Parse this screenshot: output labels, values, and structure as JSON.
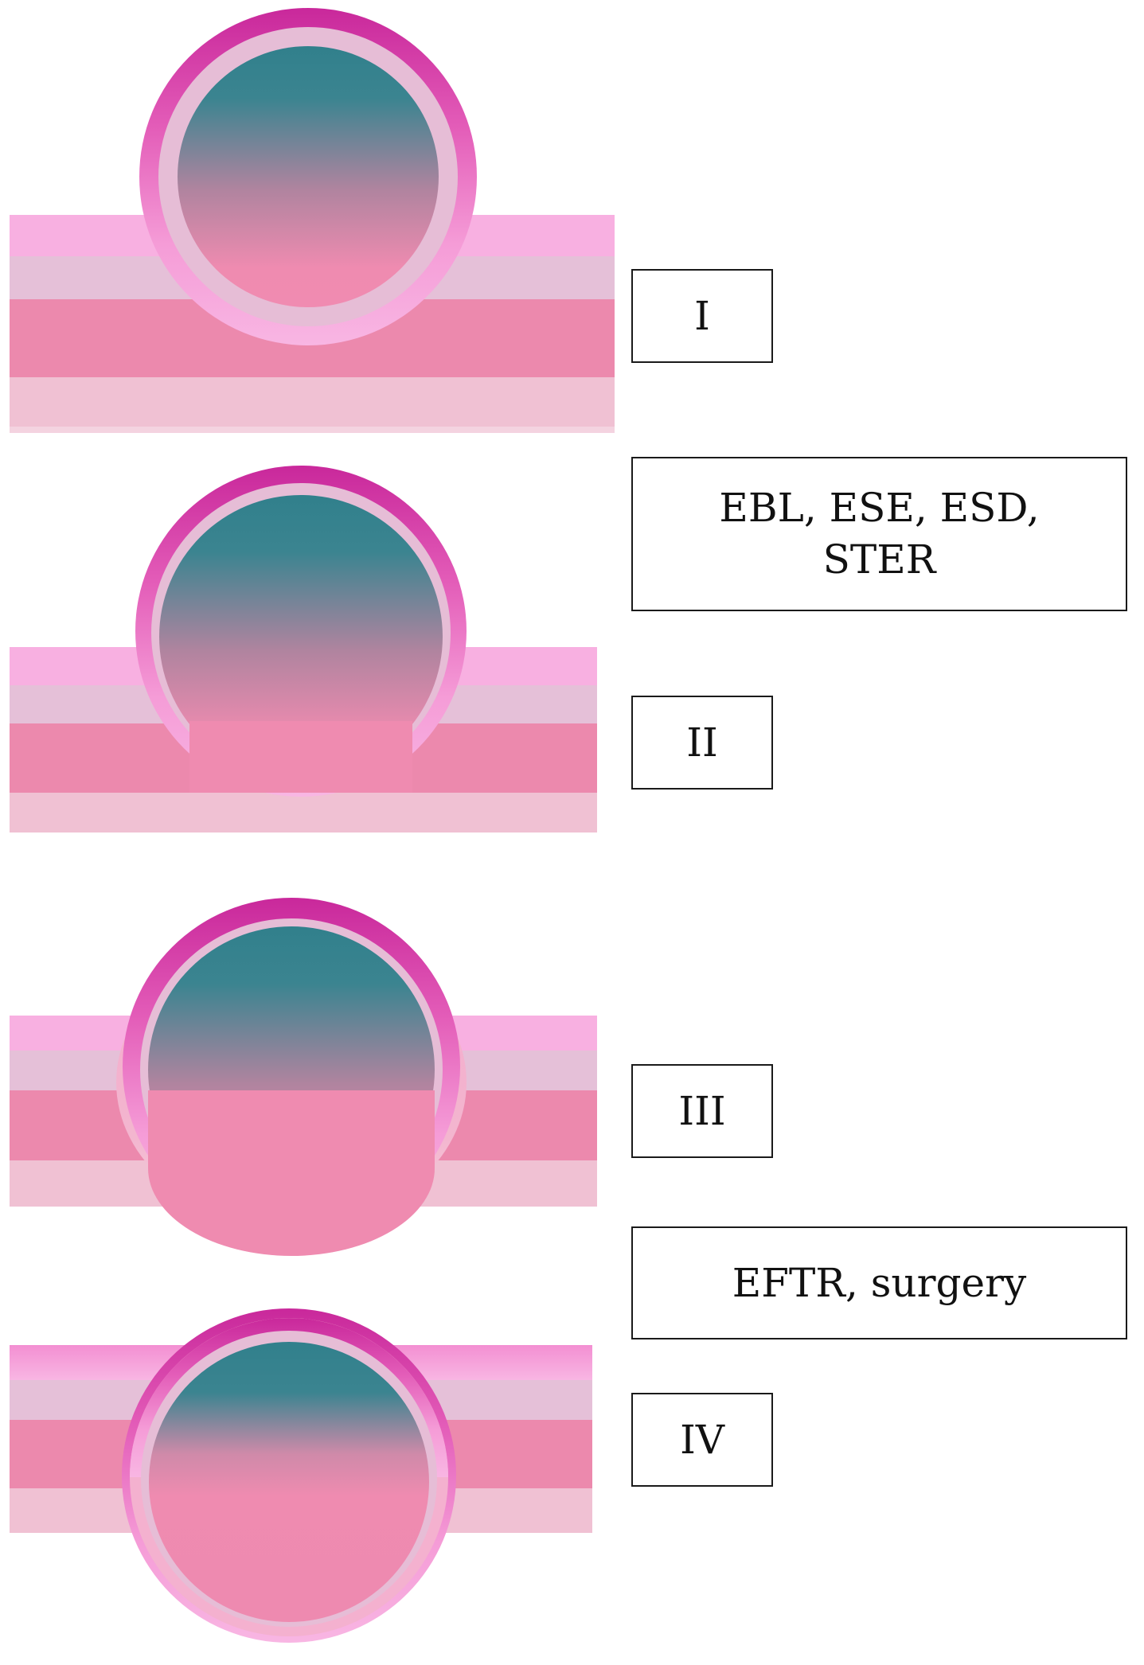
{
  "colors": {
    "outer_layer": "#f6a9dc",
    "outer_layer_dark": "#cc2f9e",
    "second_layer": "#e5c0d8",
    "muscle_layer": "#ec89ad",
    "serosa_layer": "#f0c1d3",
    "tumor_top": "#31808c",
    "tumor_bottom": "#f08bb1",
    "box_border": "#1a1a1a"
  },
  "labels": {
    "type_1": "I",
    "types_1_2_treatment_line1": "EBL, ESE, ESD,",
    "types_1_2_treatment_line2": "STER",
    "type_2": "II",
    "type_3": "III",
    "types_3_4_treatment": "EFTR, surgery",
    "type_4": "IV"
  }
}
